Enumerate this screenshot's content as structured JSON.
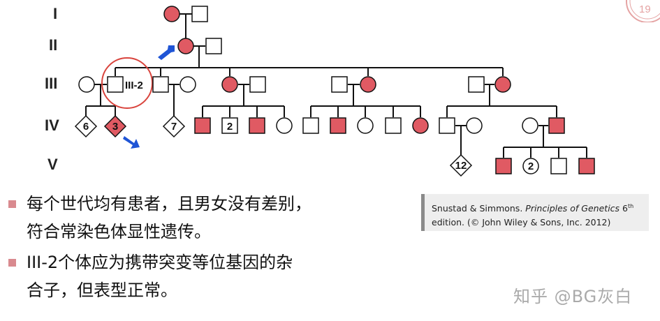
{
  "generations": [
    "I",
    "II",
    "III",
    "IV",
    "V"
  ],
  "symbol_labels": {
    "iii_2": "III-2",
    "iv_6": "6",
    "iv_3": "3",
    "iv_7": "7",
    "iv_2": "2",
    "v_12": "12",
    "v_2": "2"
  },
  "colors": {
    "affected": "#e05a63",
    "line": "#111111",
    "arrow": "#1f55d6",
    "highlight_circle": "#d9443d",
    "bullet": "#d98a8f"
  },
  "bullets": [
    {
      "line1": "每个世代均有患者，且男女没有差别，",
      "line2": "符合常染色体显性遗传。"
    },
    {
      "line1": "III-2个体应为携带突变等位基因的杂",
      "line2": "合子，但表型正常。"
    }
  ],
  "citation": {
    "prefix": "Snustad & Simmons. ",
    "title": "Principles of Genetics",
    "edition": " 6",
    "sup": "th",
    "line2": "edition. (© John Wiley & Sons, Inc. 2012)"
  },
  "watermark": "知乎 @BG灰白",
  "corner_stamp_text": "19"
}
